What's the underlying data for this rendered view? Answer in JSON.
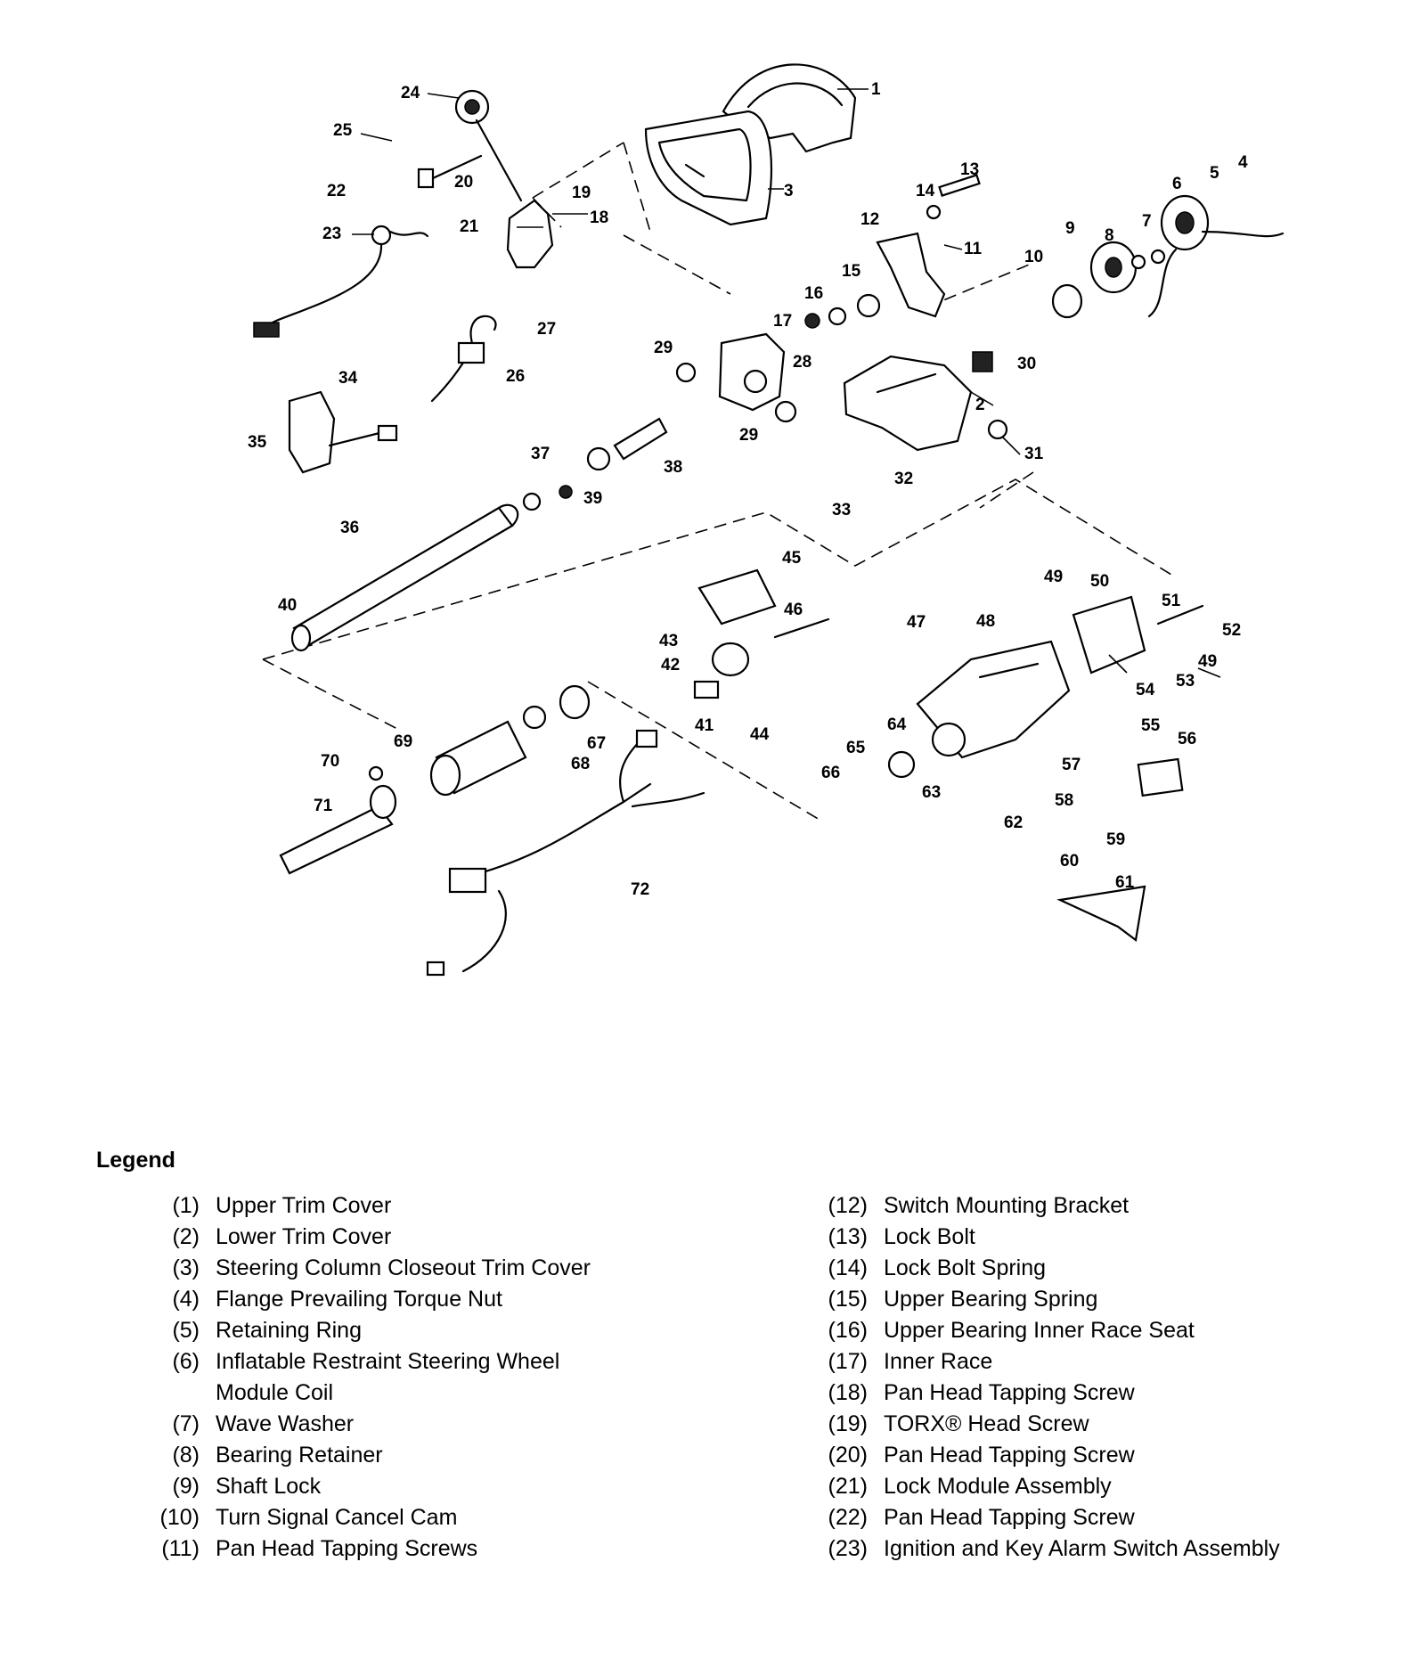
{
  "part_numbers": [
    "1",
    "2",
    "3",
    "4",
    "5",
    "6",
    "7",
    "8",
    "9",
    "10",
    "11",
    "12",
    "13",
    "14",
    "15",
    "16",
    "17",
    "18",
    "19",
    "20",
    "21",
    "22",
    "23",
    "24",
    "25",
    "26",
    "27",
    "28",
    "29",
    "29",
    "30",
    "31",
    "32",
    "33",
    "34",
    "35",
    "36",
    "37",
    "38",
    "39",
    "40",
    "41",
    "42",
    "43",
    "44",
    "45",
    "46",
    "47",
    "48",
    "49",
    "49",
    "50",
    "51",
    "52",
    "53",
    "54",
    "55",
    "56",
    "57",
    "58",
    "59",
    "60",
    "61",
    "62",
    "63",
    "64",
    "65",
    "66",
    "67",
    "68",
    "69",
    "70",
    "71",
    "72"
  ],
  "legend": {
    "title": "Legend",
    "left": [
      {
        "num": "(1)",
        "text": "Upper Trim Cover"
      },
      {
        "num": "(2)",
        "text": "Lower Trim Cover"
      },
      {
        "num": "(3)",
        "text": "Steering Column Closeout Trim Cover"
      },
      {
        "num": "(4)",
        "text": "Flange Prevailing Torque Nut"
      },
      {
        "num": "(5)",
        "text": "Retaining Ring"
      },
      {
        "num": "(6)",
        "text": "Inflatable Restraint Steering Wheel"
      },
      {
        "num": "",
        "text": "Module Coil"
      },
      {
        "num": "(7)",
        "text": "Wave Washer"
      },
      {
        "num": "(8)",
        "text": "Bearing Retainer"
      },
      {
        "num": "(9)",
        "text": "Shaft Lock"
      },
      {
        "num": "(10)",
        "text": "Turn Signal Cancel Cam"
      },
      {
        "num": "(11)",
        "text": "Pan Head Tapping Screws"
      }
    ],
    "right": [
      {
        "num": "(12)",
        "text": "Switch Mounting Bracket"
      },
      {
        "num": "(13)",
        "text": "Lock Bolt"
      },
      {
        "num": "(14)",
        "text": "Lock Bolt Spring"
      },
      {
        "num": "(15)",
        "text": "Upper Bearing Spring"
      },
      {
        "num": "(16)",
        "text": "Upper Bearing Inner Race Seat"
      },
      {
        "num": "(17)",
        "text": "Inner Race"
      },
      {
        "num": "(18)",
        "text": "Pan Head Tapping Screw"
      },
      {
        "num": "(19)",
        "text": "TORX® Head Screw"
      },
      {
        "num": "(20)",
        "text": "Pan Head Tapping Screw"
      },
      {
        "num": "(21)",
        "text": "Lock Module Assembly"
      },
      {
        "num": "(22)",
        "text": "Pan Head Tapping Screw"
      },
      {
        "num": "(23)",
        "text": "Ignition and Key Alarm Switch Assembly"
      }
    ]
  }
}
